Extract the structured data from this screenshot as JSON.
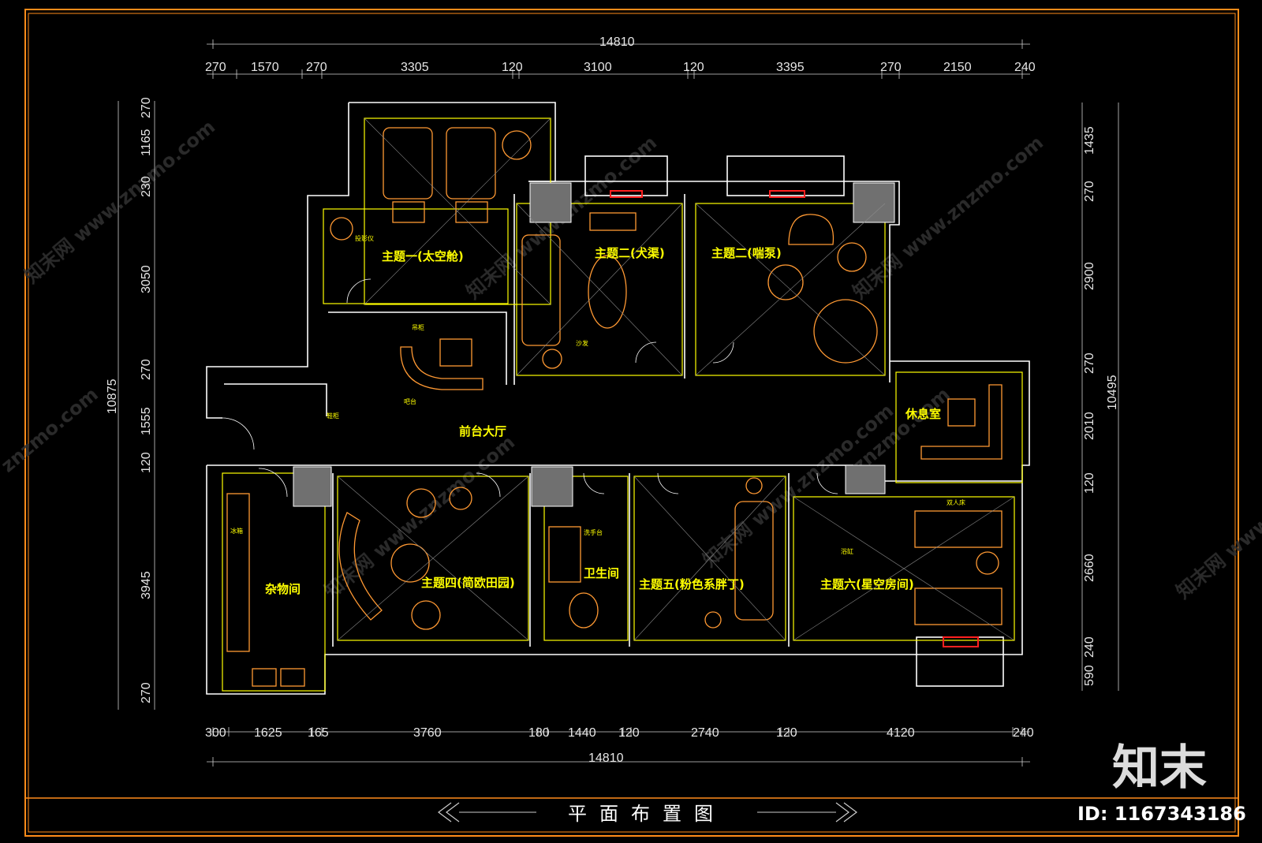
{
  "drawing_title": "平面布置图",
  "overall_width": "14810",
  "overall_width_bottom": "14810",
  "overall_height_left": "10875",
  "overall_height_right": "10495",
  "top_dims": [
    "270",
    "1570",
    "270",
    "3305",
    "120",
    "3100",
    "120",
    "3395",
    "270",
    "2150",
    "240"
  ],
  "bottom_dims": [
    "300",
    "1625",
    "165",
    "3760",
    "180",
    "1440",
    "120",
    "2740",
    "120",
    "4120",
    "240"
  ],
  "left_dims": [
    "270",
    "1165",
    "230",
    "3050",
    "270",
    "1555",
    "120",
    "3945",
    "270"
  ],
  "right_dims": [
    "1435",
    "270",
    "2900",
    "270",
    "2010",
    "120",
    "2660",
    "240",
    "590"
  ],
  "rooms": {
    "room1": "主题一(太空舱)",
    "room2a": "主题二(犬渠)",
    "room2b": "主题二(喘泵)",
    "lobby": "前台大厅",
    "lounge": "休息室",
    "storage": "杂物间",
    "room4": "主题四(简欧田园)",
    "bath": "卫生间",
    "room5": "主题五(粉色系胖丁)",
    "room6": "主题六(星空房间)"
  },
  "notes": {
    "n1": "投影仪",
    "n2": "吊柜",
    "n3": "吧台",
    "n4": "鞋柜",
    "n5": "冰箱",
    "n6": "洗手台",
    "n7": "浴缸",
    "n8": "双人床",
    "n9": "沙发"
  },
  "watermark": "知末网 www.znzmo.com",
  "watermark_short": "znzmo.com",
  "brand": "知末",
  "id_text": "ID: 1167343186",
  "colors": {
    "frame": "#ff8c1a",
    "wall": "#ffffff",
    "room": "#ffff00",
    "furniture": "#ff9933"
  }
}
